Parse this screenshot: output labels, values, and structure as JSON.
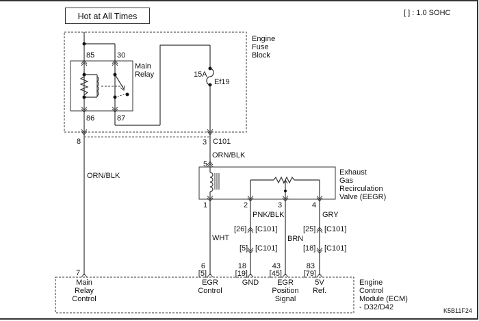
{
  "diagram": {
    "power_source_label": "Hot at All Times",
    "legend_note": "[ ] : 1.0 SOHC",
    "figure_id": "K5B11F24",
    "components": {
      "fuse_block": {
        "label": "Engine\nFuse\nBlock"
      },
      "main_relay": {
        "label": "Main\nRelay",
        "pins": {
          "p85": "85",
          "p30": "30",
          "p86": "86",
          "p87": "87"
        }
      },
      "fuse": {
        "rating": "15A",
        "name": "Ef19"
      },
      "eegr": {
        "label": "Exhaust\nGas\nRecirculation\nValve (EEGR)",
        "pins": {
          "p5": "5",
          "p1": "1",
          "p2": "2",
          "p3": "3",
          "p4": "4"
        }
      },
      "ecm": {
        "label": "Engine\nControl\nModule (ECM)\n- D32/D42",
        "terminals": [
          {
            "pin": "7",
            "alt_pin": "",
            "function": "Main\nRelay\nControl"
          },
          {
            "pin": "6",
            "alt_pin": "[5]",
            "function": "EGR\nControl"
          },
          {
            "pin": "18",
            "alt_pin": "[19]",
            "function": "GND"
          },
          {
            "pin": "43",
            "alt_pin": "[45]",
            "function": "EGR\nPosition\nSignal"
          },
          {
            "pin": "83",
            "alt_pin": "[79]",
            "function": "5V\nRef."
          }
        ]
      }
    },
    "connectors": {
      "c101_main": {
        "name": "C101",
        "pin_left": "8",
        "pin_right": "3"
      },
      "gnd_upper": {
        "pin": "[26]",
        "name": "[C101]"
      },
      "gnd_lower": {
        "pin": "[5]",
        "name": "[C101]"
      },
      "ref_upper": {
        "pin": "[25]",
        "name": "[C101]"
      },
      "ref_lower": {
        "pin": "[18]",
        "name": "[C101]"
      }
    },
    "wires": {
      "relay_control": "ORN/BLK",
      "fuse_to_eegr": "ORN/BLK",
      "egr_control": "WHT",
      "gnd": "PNK/BLK",
      "position_signal": "BRN",
      "ref_5v": "GRY"
    }
  }
}
